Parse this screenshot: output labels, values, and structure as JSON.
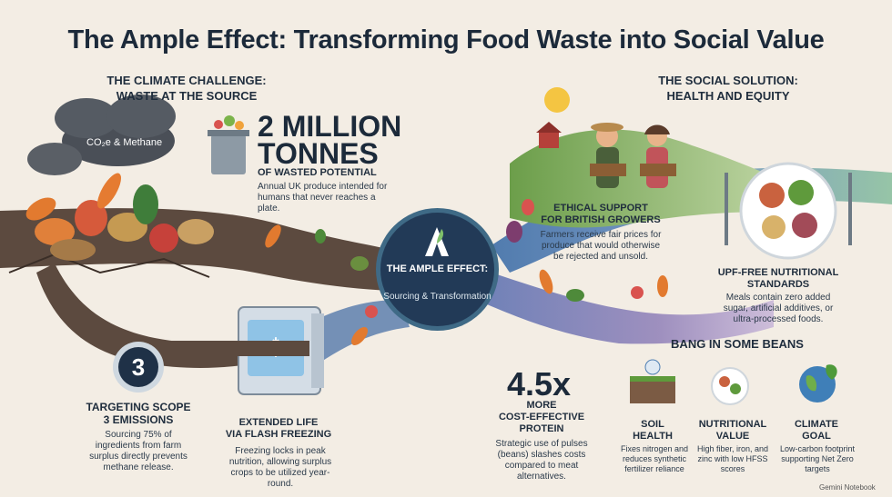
{
  "title": "The Ample Effect: Transforming Food Waste into Social Value",
  "climate": {
    "heading_line1": "THE CLIMATE CHALLENGE:",
    "heading_line2": "WASTE AT THE SOURCE",
    "cloud_label": "CO₂e & Methane",
    "big_number_line1": "2 MILLION",
    "big_number_line2": "TONNES",
    "big_sub": "OF WASTED POTENTIAL",
    "big_desc": "Annual UK produce intended for humans that never reaches a plate."
  },
  "scope": {
    "number": "3",
    "heading_line1": "TARGETING SCOPE",
    "heading_line2": "3 EMISSIONS",
    "desc": "Sourcing 75% of ingredients from farm surplus directly prevents methane release."
  },
  "freezing": {
    "heading_line1": "EXTENDED LIFE",
    "heading_line2": "VIA FLASH FREEZING",
    "desc": "Freezing locks in peak nutrition, allowing surplus crops to be utilized year-round."
  },
  "hub": {
    "title": "THE AMPLE EFFECT:",
    "subtitle": "Sourcing & Transformation"
  },
  "social": {
    "heading_line1": "THE SOCIAL SOLUTION:",
    "heading_line2": "HEALTH AND EQUITY"
  },
  "ethical": {
    "heading_line1": "ETHICAL SUPPORT",
    "heading_line2": "FOR BRITISH GROWERS",
    "desc": "Farmers receive fair prices for produce that would otherwise be rejected and unsold."
  },
  "upf": {
    "heading_line1": "UPF-FREE NUTRITIONAL",
    "heading_line2": "STANDARDS",
    "desc": "Meals contain zero added sugar, artificial additives, or ultra-processed foods."
  },
  "protein": {
    "number": "4.5x",
    "heading_line1": "MORE",
    "heading_line2": "COST-EFFECTIVE",
    "heading_line3": "PROTEIN",
    "desc": "Strategic use of pulses (beans) slashes costs compared to meat alternatives."
  },
  "beans": {
    "heading": "BANG IN SOME BEANS",
    "items": [
      {
        "title_line1": "SOIL",
        "title_line2": "HEALTH",
        "desc": "Fixes nitrogen and reduces synthetic fertilizer reliance",
        "icon": "soil-sprout-icon"
      },
      {
        "title_line1": "NUTRITIONAL",
        "title_line2": "VALUE",
        "desc": "High fiber, iron, and zinc with low HFSS scores",
        "icon": "plate-icon"
      },
      {
        "title_line1": "CLIMATE",
        "title_line2": "GOAL",
        "desc": "Low-carbon footprint supporting Net Zero targets",
        "icon": "earth-leaf-icon"
      }
    ]
  },
  "footer": {
    "brand": "Gemini Notebook"
  },
  "colors": {
    "navy": "#1f3147",
    "soil": "#5b4a3e",
    "river_blue": "#4f7fb3",
    "river_green": "#7fb069",
    "background": "#f3ede4"
  }
}
